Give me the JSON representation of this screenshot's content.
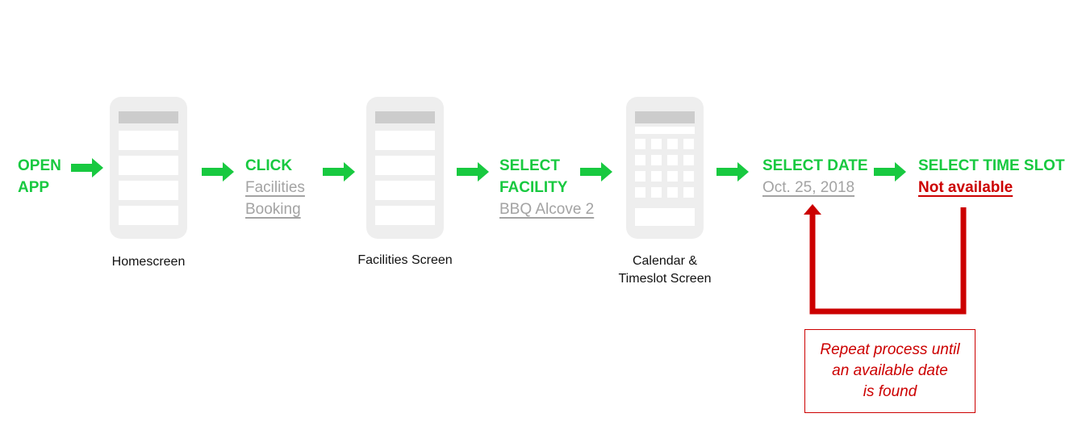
{
  "steps": [
    {
      "lines": [
        "OPEN",
        "APP"
      ]
    },
    {
      "title": "CLICK",
      "detail": [
        "Facilities",
        "Booking"
      ]
    },
    {
      "lines": [
        "SELECT",
        "FACILITY"
      ],
      "detail": [
        "BBQ Alcove 2"
      ]
    },
    {
      "title": "SELECT DATE",
      "detail": [
        "Oct. 25, 2018"
      ]
    },
    {
      "title": "SELECT TIME SLOT",
      "detail": [
        "Not available"
      ]
    }
  ],
  "screens": [
    {
      "caption": [
        "Homescreen"
      ]
    },
    {
      "caption": [
        "Facilities Screen"
      ]
    },
    {
      "caption": [
        "Calendar &",
        "Timeslot Screen"
      ]
    }
  ],
  "loop_note": [
    "Repeat process until",
    "an available date",
    "is found"
  ],
  "colors": {
    "step": "#18c940",
    "detail": "#a3a3a3",
    "alert": "#cc0000",
    "phone": "#eeeeee"
  }
}
